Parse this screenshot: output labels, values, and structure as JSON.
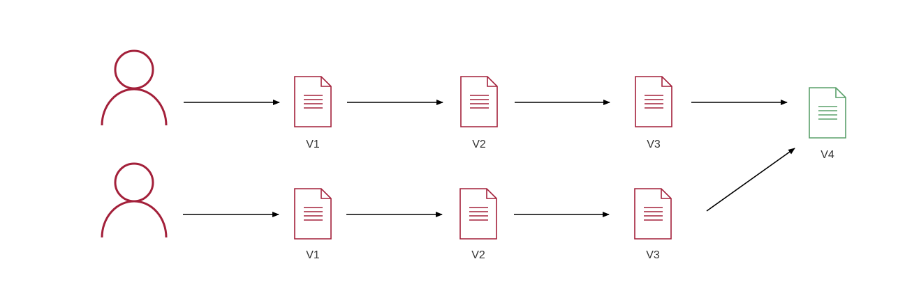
{
  "colors": {
    "user": "#a3203a",
    "document": "#a3203a",
    "merged_document": "#5aa06a",
    "arrow": "#000000",
    "label_text": "#333333"
  },
  "rows": [
    {
      "icon": "user-icon",
      "documents": [
        {
          "label": "V1",
          "icon": "document-icon"
        },
        {
          "label": "V2",
          "icon": "document-icon"
        },
        {
          "label": "V3",
          "icon": "document-icon"
        }
      ]
    },
    {
      "icon": "user-icon",
      "documents": [
        {
          "label": "V1",
          "icon": "document-icon"
        },
        {
          "label": "V2",
          "icon": "document-icon"
        },
        {
          "label": "V3",
          "icon": "document-icon"
        }
      ]
    }
  ],
  "merged": {
    "label": "V4",
    "icon": "document-icon"
  }
}
